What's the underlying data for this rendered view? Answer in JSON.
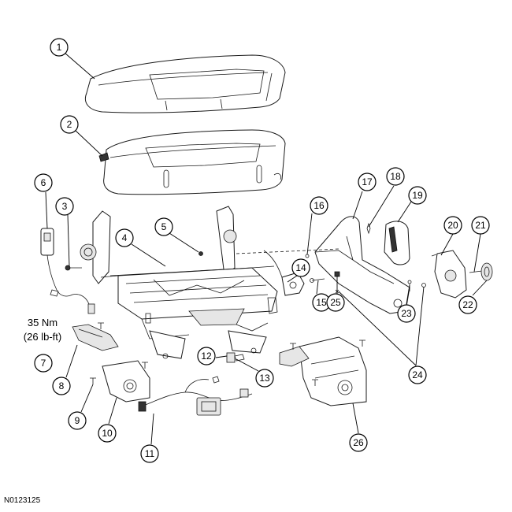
{
  "figure_id": "N0123125",
  "torque": {
    "line1": "35 Nm",
    "line2": "(26 lb-ft)"
  },
  "callouts": [
    "1",
    "2",
    "3",
    "4",
    "5",
    "6",
    "7",
    "8",
    "9",
    "10",
    "11",
    "12",
    "13",
    "14",
    "15",
    "16",
    "17",
    "18",
    "19",
    "20",
    "21",
    "22",
    "23",
    "24",
    "25",
    "26"
  ]
}
